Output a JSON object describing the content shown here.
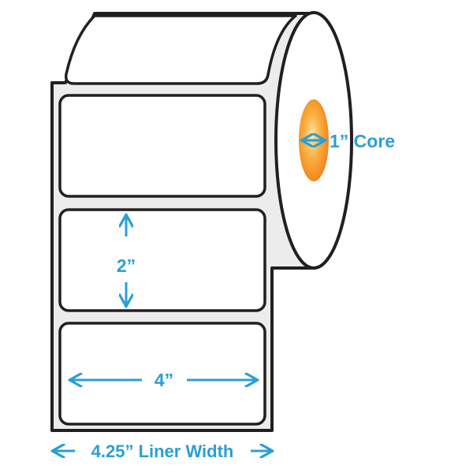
{
  "colors": {
    "outline": "#231f20",
    "liner": "#ececec",
    "label": "#ffffff",
    "dimension": "#2a9fd6",
    "core_light": "#fbb040",
    "core_dark": "#f7931e"
  },
  "labels": {
    "core": "1” Core",
    "label_height": "2”",
    "label_width": "4”",
    "liner_width": "4.25” Liner Width"
  },
  "icons": {
    "core_arrow": "double-horizontal-arrow",
    "height_arrows": "vertical-arrows",
    "width_arrows": "horizontal-arrows",
    "liner_arrows": "horizontal-arrows"
  }
}
